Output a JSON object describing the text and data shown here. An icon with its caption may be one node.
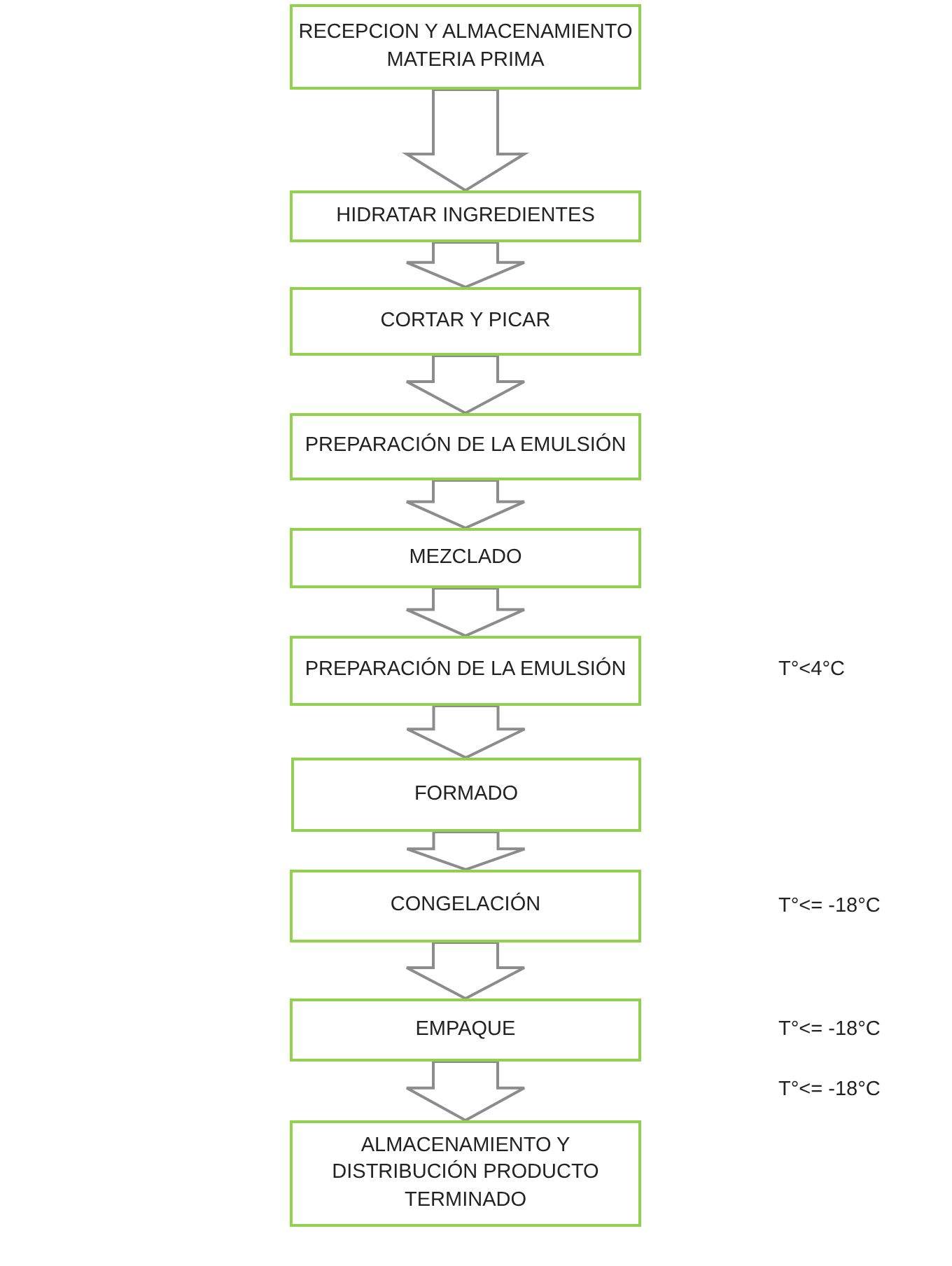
{
  "diagram": {
    "nodes": [
      {
        "text": [
          "RECEPCION Y ALMACENAMIENTO MATERIA PRIMA"
        ]
      },
      {
        "text": [
          "HIDRATAR INGREDIENTES"
        ]
      },
      {
        "text": [
          "CORTAR Y PICAR"
        ]
      },
      {
        "text": [
          "PREPARACIÓN DE LA EMULSIÓN"
        ]
      },
      {
        "text": [
          "MEZCLADO"
        ]
      },
      {
        "text": [
          "PREPARACIÓN DE LA EMULSIÓN"
        ]
      },
      {
        "text": [
          "FORMADO"
        ]
      },
      {
        "text": [
          "CONGELACIÓN"
        ]
      },
      {
        "text": [
          "EMPAQUE"
        ]
      },
      {
        "text": [
          "ALMACENAMIENTO Y DISTRIBUCIÓN PRODUCTO TERMINADO"
        ]
      }
    ],
    "edges": [
      {
        "from": 0,
        "to": 1,
        "arrow": "to"
      },
      {
        "from": 1,
        "to": 2,
        "arrow": "to"
      },
      {
        "from": 2,
        "to": 3,
        "arrow": "to"
      },
      {
        "from": 3,
        "to": 4,
        "arrow": "to"
      },
      {
        "from": 4,
        "to": 5,
        "arrow": "to"
      },
      {
        "from": 5,
        "to": 6,
        "arrow": "to"
      },
      {
        "from": 6,
        "to": 7,
        "arrow": "to"
      },
      {
        "from": 7,
        "to": 8,
        "arrow": "to"
      },
      {
        "from": 8,
        "to": 9,
        "arrow": "to"
      }
    ],
    "labels": [
      "T°<4°C",
      "T°<= -18°C",
      "T°<= -18°C",
      "T°<= -18°C"
    ]
  }
}
